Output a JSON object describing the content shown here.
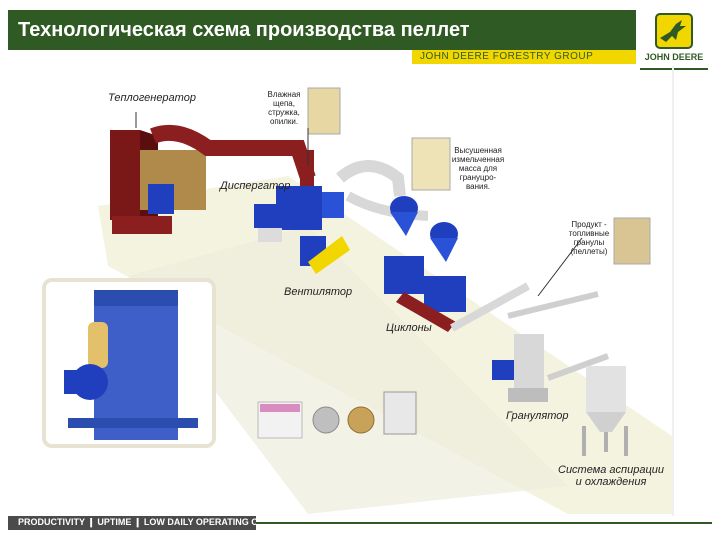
{
  "header": {
    "title": "Технологическая схема производства пеллет",
    "subtitle": "JOHN DEERE FORESTRY GROUP"
  },
  "logo": {
    "text": "JOHN DEERE"
  },
  "labels": {
    "heat_generator": "Теплогенератор",
    "raw_material": [
      "Влажная",
      "щепа,",
      "стружка,",
      "опилки."
    ],
    "disperser": "Диспергатор",
    "dried_mass": [
      "Высушенная",
      "измельченная",
      "масса для",
      "грануцро-",
      "вания."
    ],
    "product": [
      "Продукт -",
      "топливные",
      "гранулы",
      "(пеллеты)"
    ],
    "fan": "Вентилятор",
    "cyclones": "Циклоны",
    "granulator": "Гранулятор",
    "aspiration": [
      "Система аспирации",
      "и охлаждения"
    ]
  },
  "footer": {
    "text": "PRODUCTIVITY ❙ UPTIME ❙ LOW DAILY OPERATING COSTS"
  },
  "colors": {
    "brand_green": "#2f5a24",
    "brand_yellow": "#f2d600",
    "machine_blue": "#1f3fbf",
    "duct_red": "#8b1f1f",
    "pipe_grey": "#d8d8d8"
  }
}
